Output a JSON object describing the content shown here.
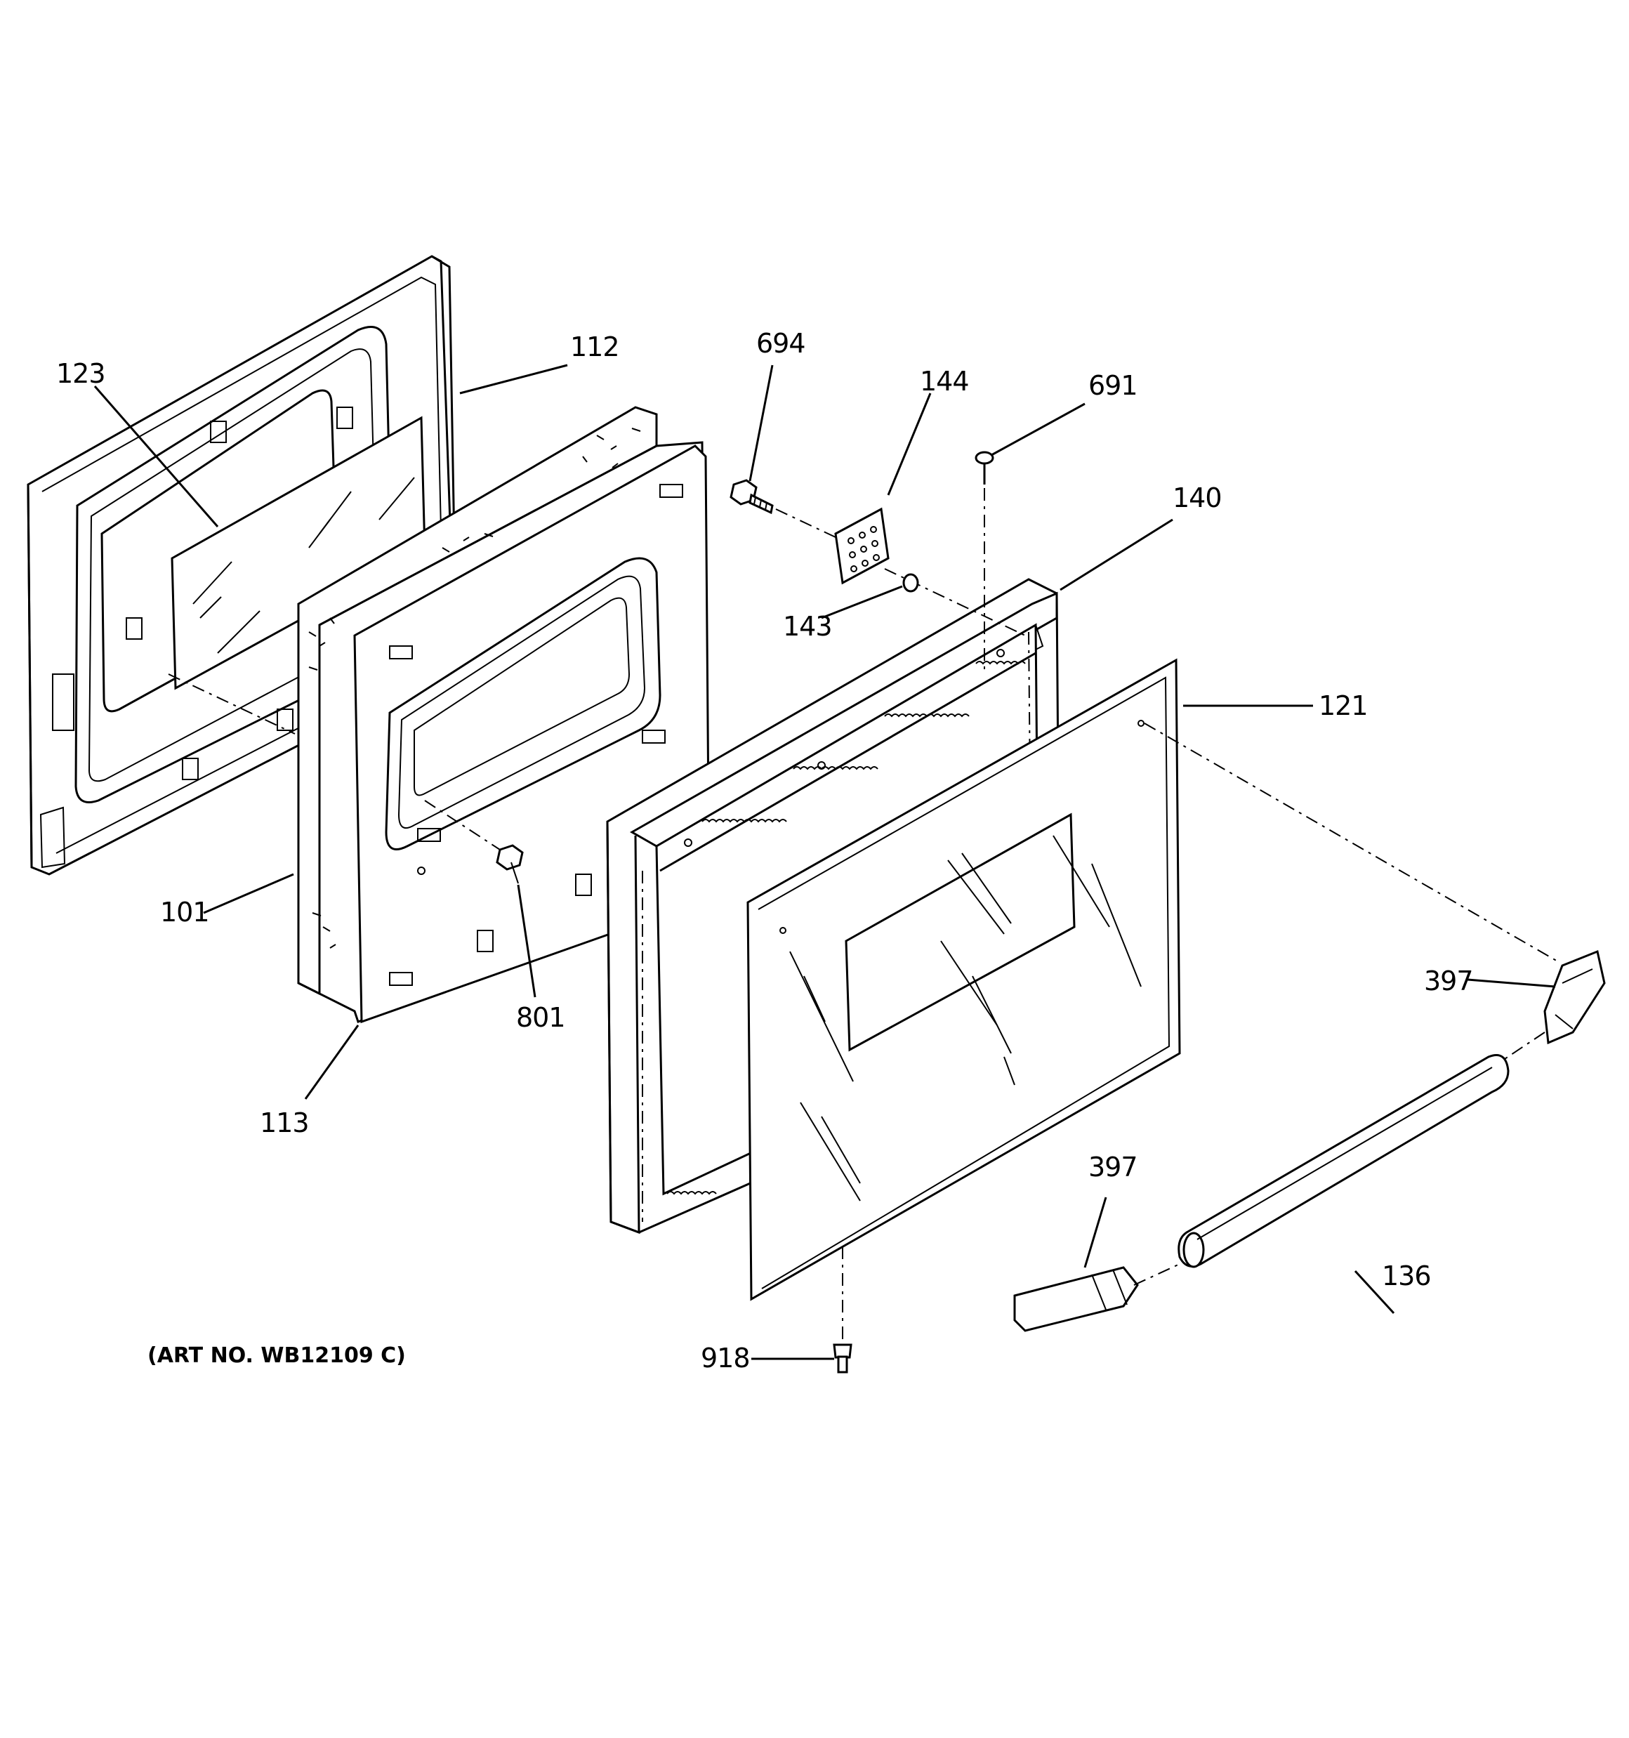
{
  "art_number": "(ART NO. WB12109 C)",
  "labels": {
    "p101": "101",
    "p112": "112",
    "p113": "113",
    "p121": "121",
    "p123": "123",
    "p136": "136",
    "p140": "140",
    "p143": "143",
    "p144": "144",
    "p397a": "397",
    "p397b": "397",
    "p691": "691",
    "p694": "694",
    "p801": "801",
    "p918": "918"
  }
}
